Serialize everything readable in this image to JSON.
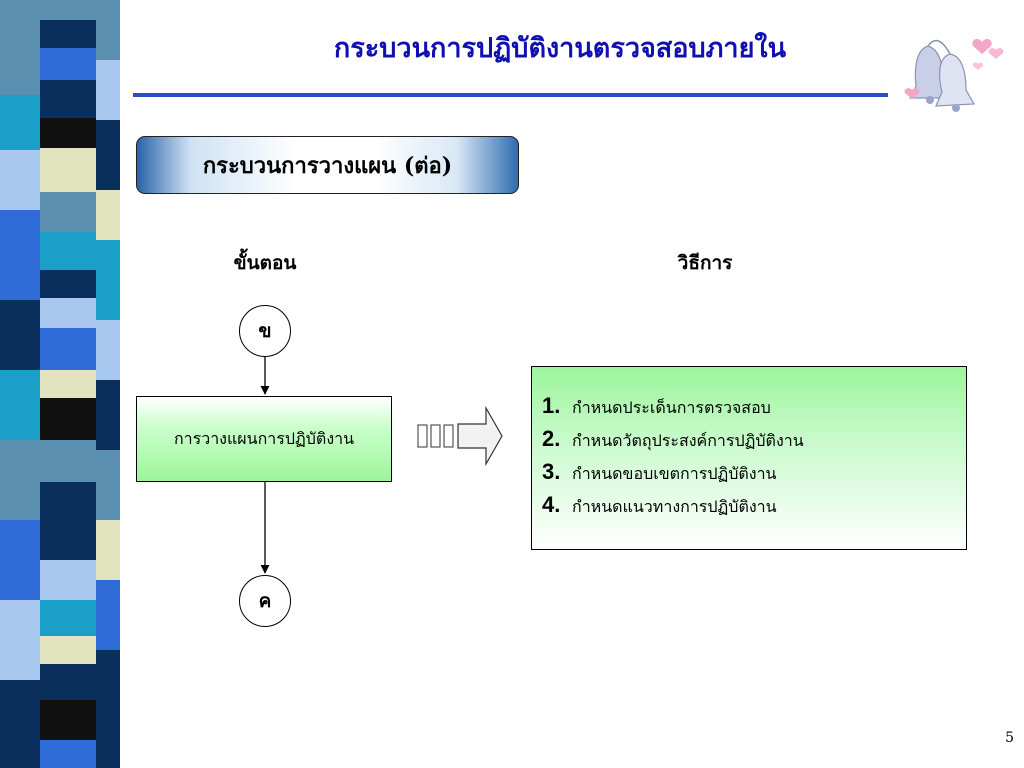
{
  "slide": {
    "title": "กระบวนการปฏิบัติงานตรวจสอบภายใน",
    "section_label": "กระบวนการวางแผน (ต่อ)",
    "page_number": "5"
  },
  "columns": {
    "steps_heading": "ขั้นตอน",
    "methods_heading": "วิธีการ"
  },
  "flow": {
    "connector_top": "ข",
    "process_step": "การวางแผนการปฏิบัติงาน",
    "connector_bottom": "ค"
  },
  "methods": [
    {
      "num": "1.",
      "text": "กำหนดประเด็นการตรวจสอบ"
    },
    {
      "num": "2.",
      "text": "กำหนดวัตถุประสงค์การปฏิบัติงาน"
    },
    {
      "num": "3.",
      "text": "กำหนดขอบเขตการปฏิบัติงาน"
    },
    {
      "num": "4.",
      "text": "กำหนดแนวทางการปฏิบัติงาน"
    }
  ],
  "colors": {
    "title": "#1010b0",
    "title_rule": "#2b4ec7",
    "box_green": "#9cf59c",
    "strip_navy": "#0b2f5c",
    "strip_blue": "#2f6bd6",
    "strip_teal": "#1aa0c8",
    "strip_cream": "#e2e4c0"
  },
  "icons": {
    "corner_art": "wedding-bells-icon",
    "arrow": "block-arrow-right-icon"
  }
}
